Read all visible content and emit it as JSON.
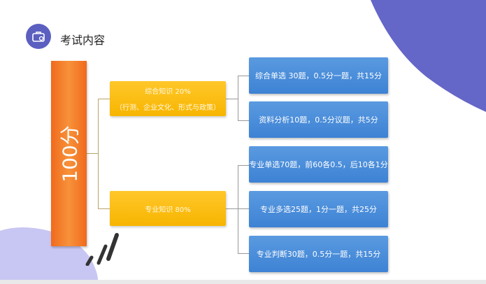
{
  "title": "考试内容",
  "total": "100分",
  "categories": [
    {
      "label": "综合知识 20%",
      "sub": "（行测、企业文化、形式与政策）"
    },
    {
      "label": "专业知识 80%",
      "sub": ""
    }
  ],
  "items": [
    "综合单选 30题，0.5分一题，共15分",
    "资料分析10题，0.5分议题，共5分",
    "专业单选70题，前60各0.5，后10各1分",
    "专业多选25题，1分一题，共25分",
    "专业判断30题，0.5分一题，共15分"
  ],
  "colors": {
    "accent": "#5b5fc0",
    "orange": "#f47b20",
    "yellow": "#ffc000",
    "blue": "#4a8fdb"
  }
}
